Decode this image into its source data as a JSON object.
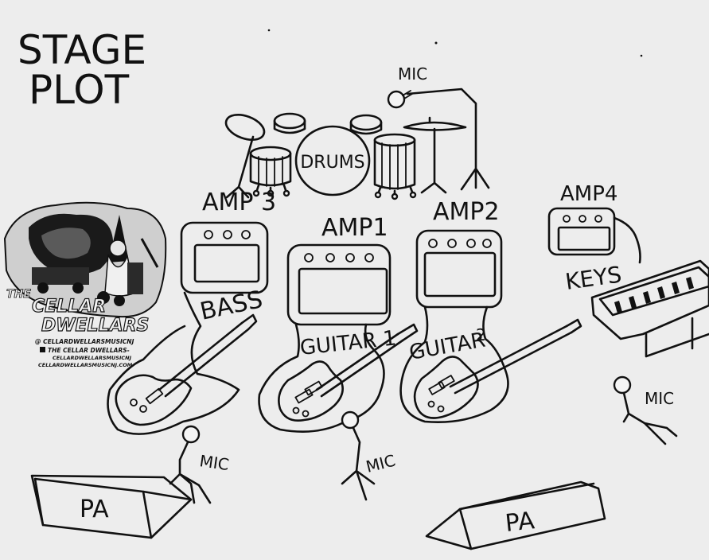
{
  "title": {
    "line1": "STAGE",
    "line2": "PLOT"
  },
  "drums": {
    "label": "DRUMS",
    "mic": "MIC"
  },
  "amps": {
    "amp1": "AMP1",
    "amp2": "AMP2",
    "amp3": "AMP 3",
    "amp4": "AMP4"
  },
  "instruments": {
    "bass": "BASS",
    "guitar1": "GUITAR 1",
    "guitar2": "GUITAR",
    "guitar2_superscript": "2",
    "keys": "KEYS"
  },
  "mics": {
    "bass_mic": "MIC",
    "guitar1_mic": "MIC",
    "keys_mic": "MIC"
  },
  "pa": {
    "left": "PA",
    "right": "PA"
  },
  "logo": {
    "the": "THE",
    "line1": "CELLAR",
    "line2": "DWELLARS",
    "instagram": "@ CELLARDWELLARSMUSICNJ",
    "facebook": "THE CELLAR DWELLARS-",
    "facebook_handle": "CELLARDWELLARSMUSICNJ",
    "website": "CELLARDWELLARSMUSICNJ.COM"
  },
  "colors": {
    "ink": "#111111",
    "paper": "#ededed"
  }
}
